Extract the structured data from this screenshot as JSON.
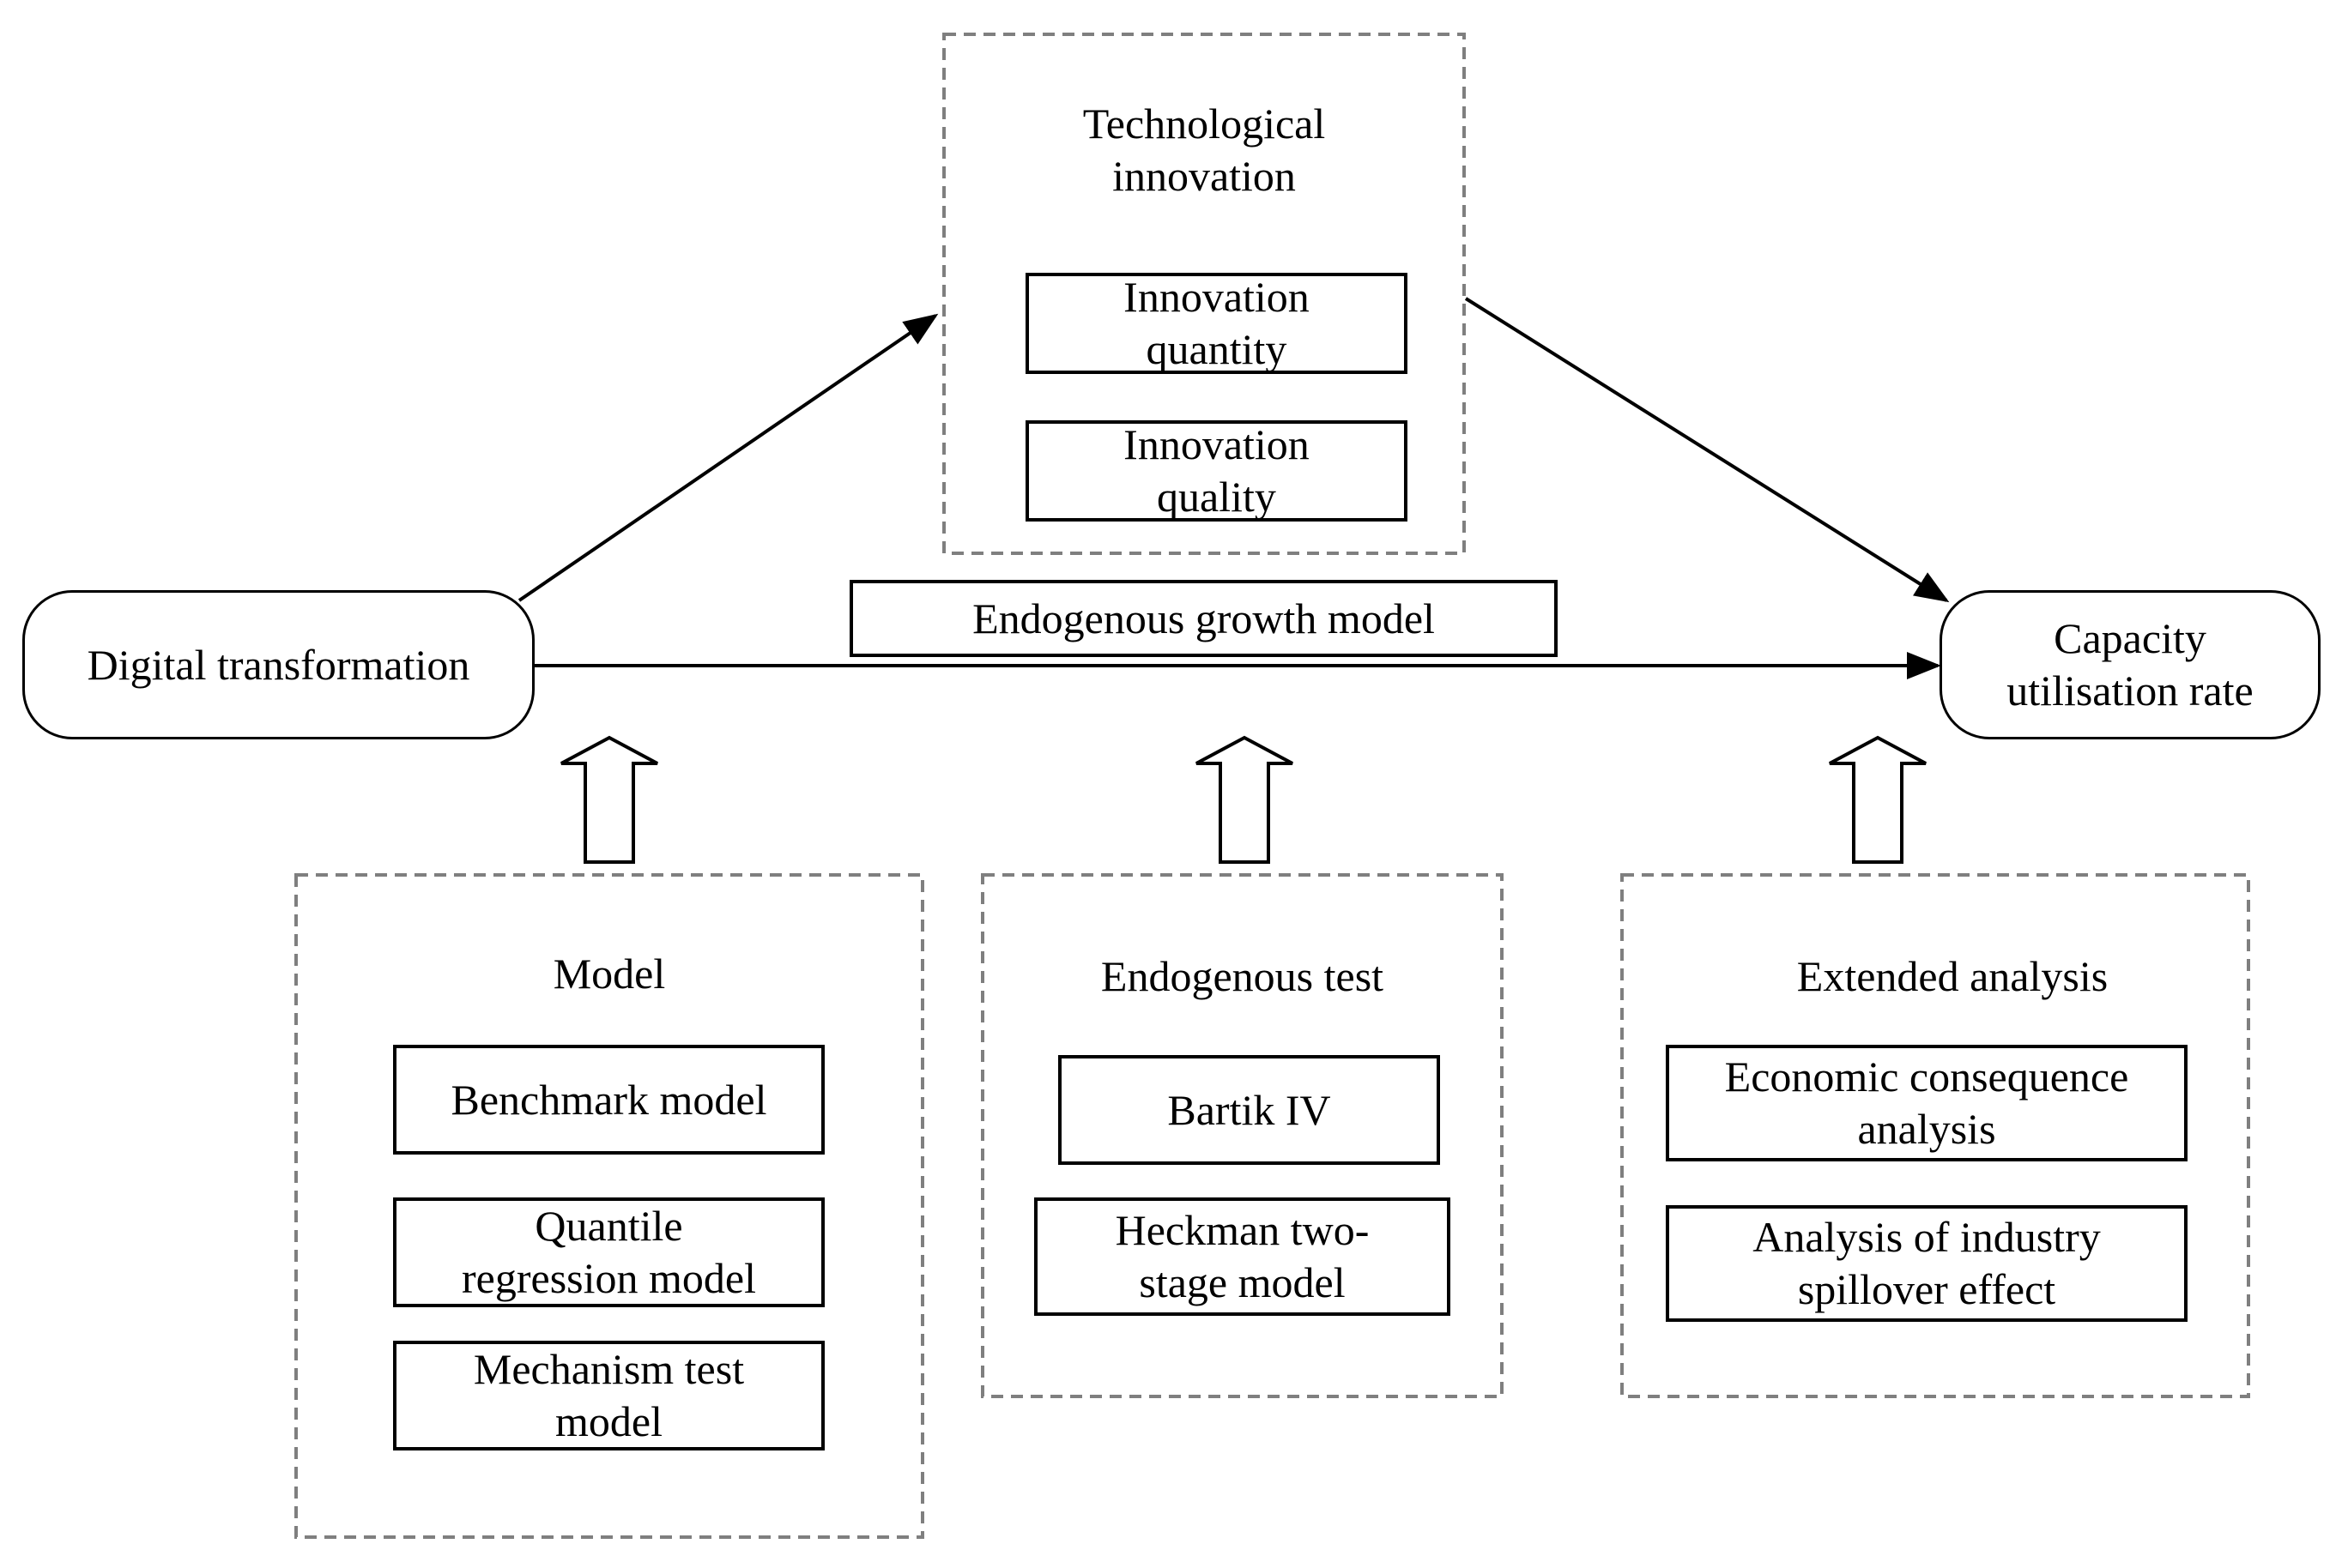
{
  "nodes": {
    "digital_transformation": "Digital transformation",
    "capacity_utilisation": "Capacity\nutilisation rate",
    "endogenous_growth_model": "Endogenous growth model"
  },
  "mediator_group": {
    "title": "Technological\ninnovation",
    "items": [
      "Innovation\nquantity",
      "Innovation\nquality"
    ]
  },
  "model_group": {
    "title": "Model",
    "items": [
      "Benchmark model",
      "Quantile\nregression model",
      "Mechanism test\nmodel"
    ]
  },
  "endogenous_test_group": {
    "title": "Endogenous test",
    "items": [
      "Bartik IV",
      "Heckman two-\nstage model"
    ]
  },
  "extended_group": {
    "title": "Extended analysis",
    "items": [
      "Economic consequence\nanalysis",
      "Analysis of industry\nspillover effect"
    ]
  },
  "colors": {
    "line": "#000000",
    "dashed_border": "#7f7f7f",
    "background": "#ffffff"
  }
}
